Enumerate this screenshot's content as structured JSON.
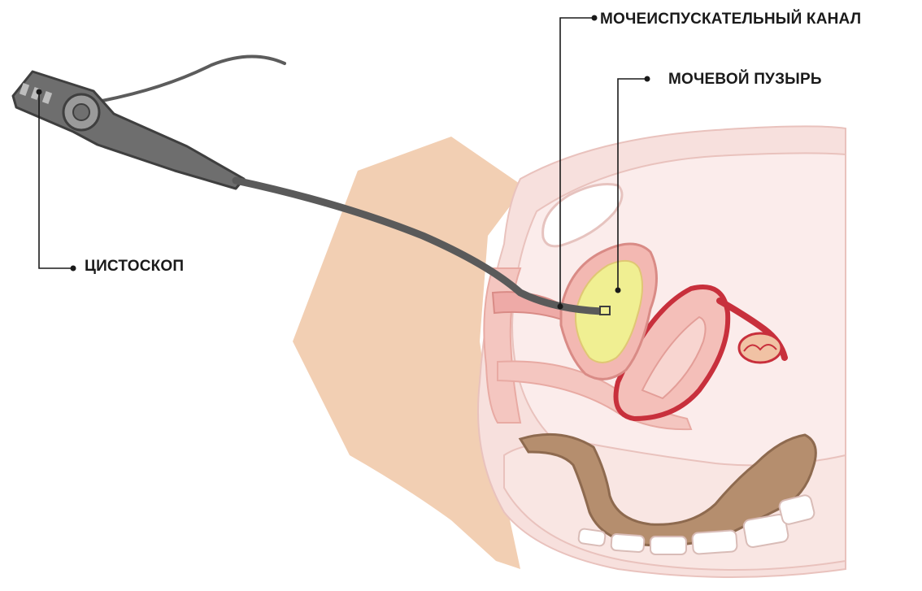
{
  "labels": {
    "urethra": "МОЧЕИСПУСКАТЕЛЬНЫЙ КАНАЛ",
    "bladder": "МОЧЕВОЙ ПУЗЫРЬ",
    "cystoscope": "ЦИСТОСКОП"
  },
  "colors": {
    "skin": "#f2cfb3",
    "tissue": "#f6dad6",
    "organ_pink": "#eeaaa7",
    "bladder_wall": "#f3b8b2",
    "urine": "#f0ef92",
    "uterus_dark": "#c8303c",
    "bowel": "#b58e6e",
    "bone": "#ffffff",
    "instrument": "#5c5c5c",
    "leader_line": "#1a1a1a"
  }
}
